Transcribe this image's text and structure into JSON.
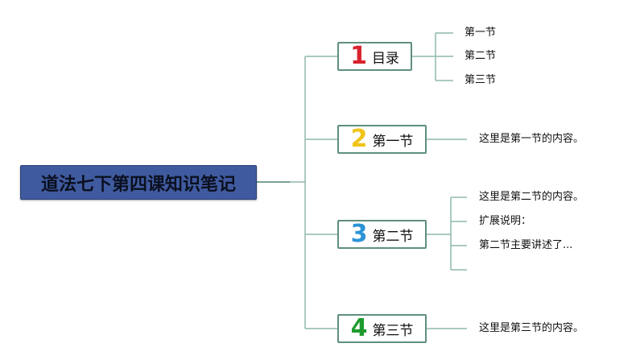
{
  "root": {
    "title": "道法七下第四课知识笔记"
  },
  "branches": [
    {
      "number": "1",
      "label": "目录",
      "number_color": "#d8232f",
      "children": [
        "第一节",
        "第二节",
        "第三节"
      ]
    },
    {
      "number": "2",
      "label": "第一节",
      "number_color": "#f0c419",
      "children": [
        "这里是第一节的内容。"
      ]
    },
    {
      "number": "3",
      "label": "第二节",
      "number_color": "#2b93d6",
      "children": [
        "这里是第二节的内容。",
        "扩展说明：",
        "第二节主要讲述了...",
        ""
      ]
    },
    {
      "number": "4",
      "label": "第三节",
      "number_color": "#1e9b2e",
      "children": [
        "这里是第三节的内容。"
      ]
    }
  ],
  "colors": {
    "root_bg": "#3f5a9e",
    "connector": "#8fb8aa",
    "branch_border": "#5f8f7d"
  }
}
